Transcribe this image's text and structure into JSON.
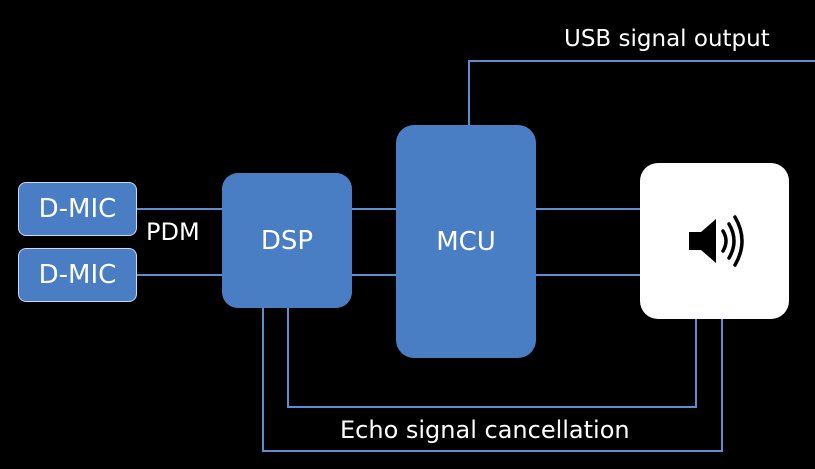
{
  "diagram": {
    "microphones": [
      {
        "label": "D-MIC"
      },
      {
        "label": "D-MIC"
      }
    ],
    "interface_label": "PDM",
    "dsp_label": "DSP",
    "mcu_label": "MCU",
    "usb_output_label": "USB signal output",
    "echo_label": "Echo signal cancellation",
    "speaker_icon": "speaker-volume-icon"
  },
  "colors": {
    "background": "#000000",
    "block_fill": "#4a7ec4",
    "connector": "#5b8fd4",
    "speaker_box": "#ffffff",
    "text": "#ffffff"
  }
}
